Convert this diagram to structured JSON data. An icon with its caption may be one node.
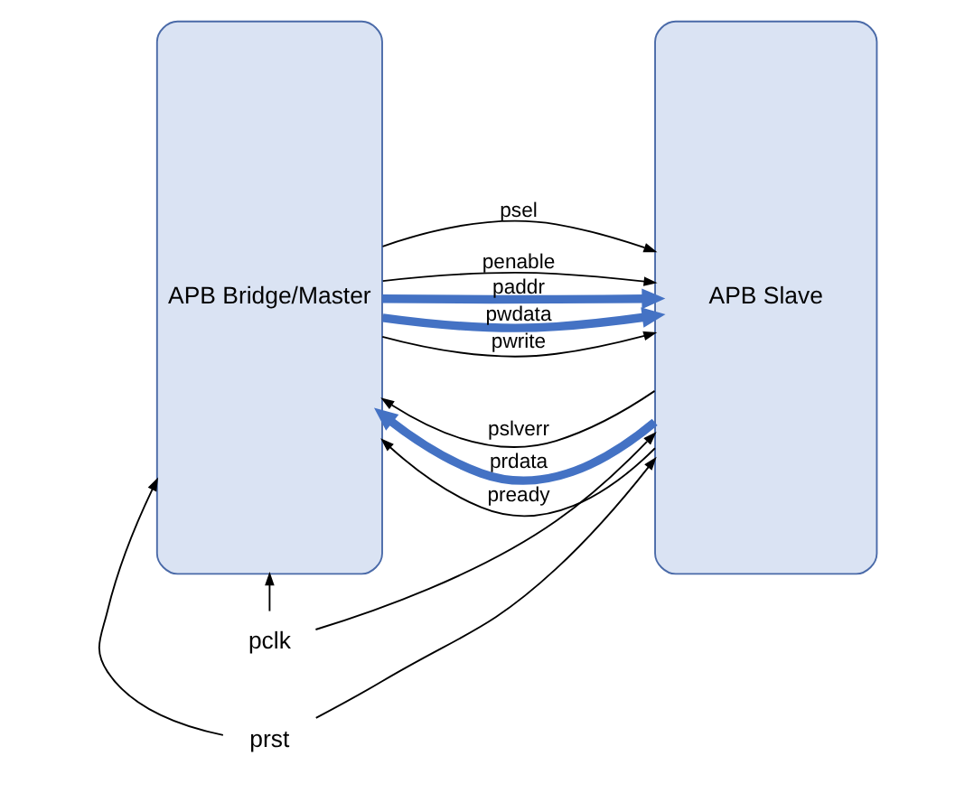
{
  "diagram": {
    "nodes": [
      {
        "text": [
          "APB Bridge/Master"
        ]
      },
      {
        "text": [
          "APB Slave"
        ]
      },
      {
        "text": [
          "pclk"
        ]
      },
      {
        "text": [
          "prst"
        ]
      }
    ],
    "edges": [
      {
        "from": 0,
        "to": 1,
        "arrow": "to",
        "label": "psel"
      },
      {
        "from": 0,
        "to": 1,
        "arrow": "to",
        "label": "penable"
      },
      {
        "from": 0,
        "to": 1,
        "arrow": "to",
        "label": "paddr",
        "style": "thick",
        "color": "#4472c4"
      },
      {
        "from": 0,
        "to": 1,
        "arrow": "to",
        "label": "pwdata",
        "style": "thick",
        "color": "#4472c4"
      },
      {
        "from": 1,
        "to": 0,
        "arrow": "to",
        "label": "pslverr"
      },
      {
        "from": 0,
        "to": 1,
        "arrow": "to",
        "label": "pwrite"
      },
      {
        "from": 1,
        "to": 0,
        "arrow": "to",
        "label": "prdata",
        "style": "thick",
        "color": "#4472c4"
      },
      {
        "from": 1,
        "to": 0,
        "arrow": "to",
        "label": "pready"
      },
      {
        "from": 2,
        "to": 0,
        "arrow": "to"
      },
      {
        "from": 2,
        "to": 1,
        "arrow": "to"
      },
      {
        "from": 3,
        "to": 0,
        "arrow": "to"
      },
      {
        "from": 3,
        "to": 1,
        "arrow": "to"
      }
    ]
  }
}
